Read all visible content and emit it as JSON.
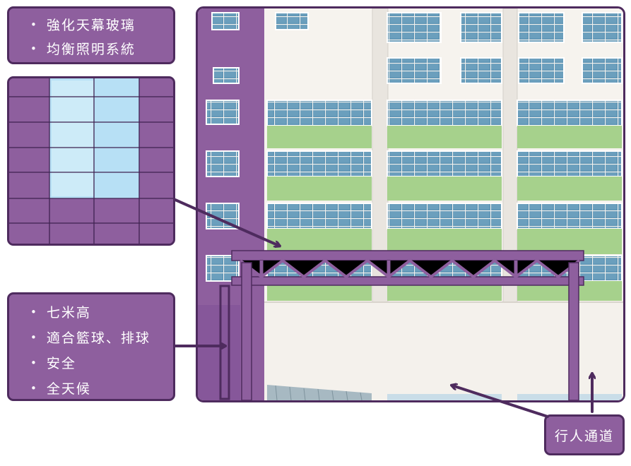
{
  "callout_glass": {
    "items": [
      "強化天幕玻璃",
      "均衡照明系統"
    ]
  },
  "callout_features": {
    "items": [
      "七米高",
      "適合籃球、排球",
      "安全",
      "全天候"
    ]
  },
  "walkway_label": "行人通道",
  "colors": {
    "accent": "#8e5f9e",
    "border": "#4e2b5e",
    "green_band": "#a6d18c",
    "window": "#5f95b5",
    "glass": "#b7e0f5",
    "facade": "#f3f0ea"
  },
  "icons": [
    "arrow-icon"
  ]
}
